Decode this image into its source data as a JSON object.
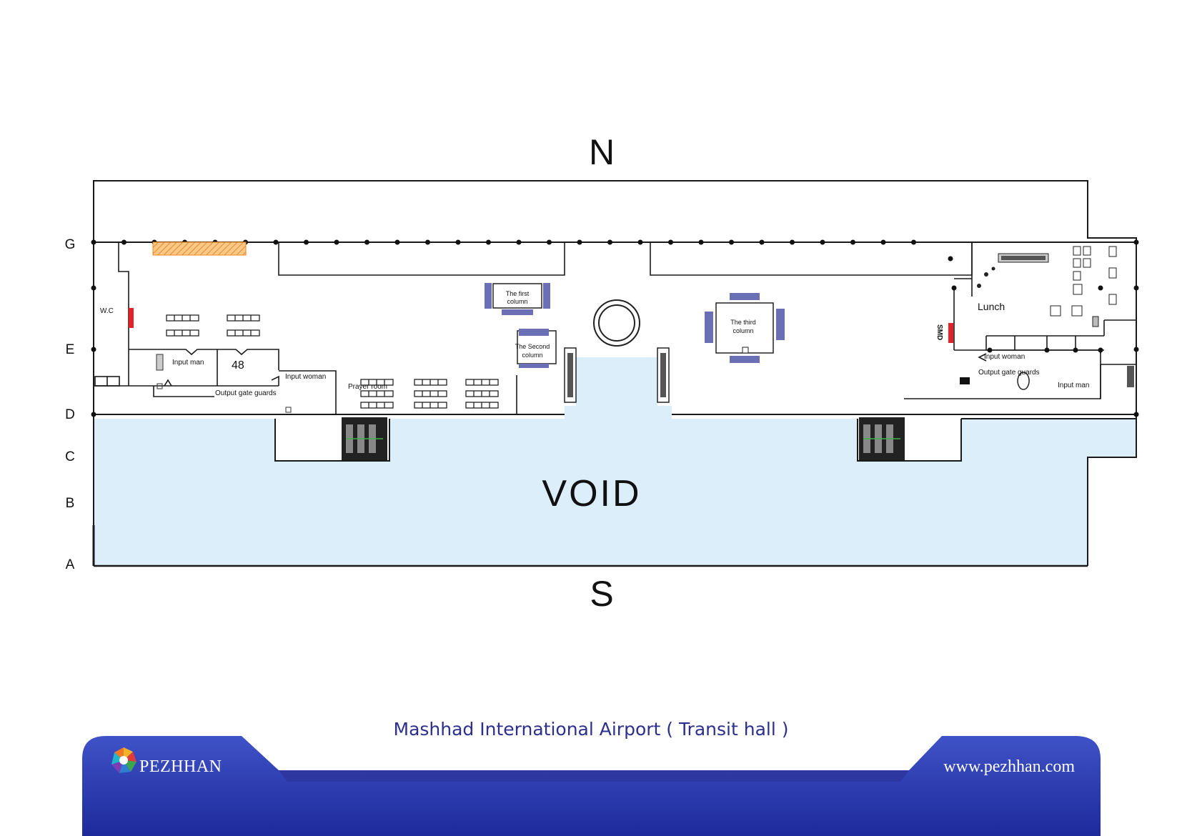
{
  "compass": {
    "north": "N",
    "south": "S"
  },
  "grid_rows": [
    "G",
    "E",
    "D",
    "C",
    "B",
    "A"
  ],
  "void_label": "VOID",
  "rooms": {
    "wc": "W.C",
    "input_man_left": "Input man",
    "number_48": "48",
    "input_woman_left": "Input woman",
    "output_gate_guards_left": "Output gate guards",
    "prayer_room": "Prayer room",
    "first_column": [
      "The first",
      "column"
    ],
    "second_column": [
      "The Second",
      "column"
    ],
    "third_column": [
      "The third",
      "column"
    ],
    "lunch": "Lunch",
    "smd": "SMD",
    "input_woman_right": "Input woman",
    "output_gate_guards_right": "Output gate guards",
    "input_man_right": "Input man"
  },
  "colors": {
    "void": "#dbeef9",
    "wall": "#1a1a1a",
    "accent_red": "#e32129",
    "hatch_orange": "#f6a646",
    "sign_blue": "#6b6fb5",
    "footer_dark": "#2b2f8f",
    "footer_light": "#3d56c4"
  },
  "footer": {
    "title": "Mashhad International Airport ( Transit hall )",
    "brand": "PEZHHAN",
    "website": "www.pezhhan.com"
  }
}
